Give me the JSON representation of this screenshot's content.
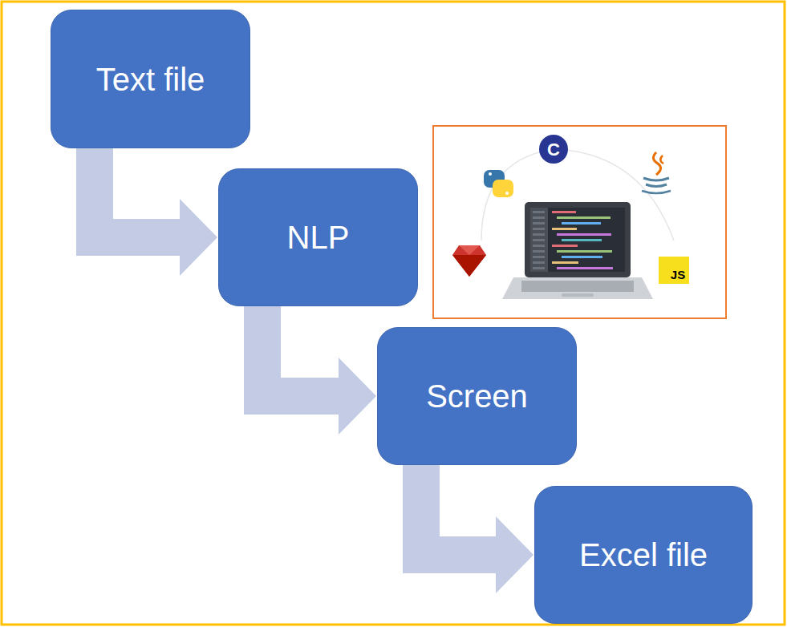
{
  "diagram": {
    "nodes": [
      {
        "text": [
          "Text file"
        ]
      },
      {
        "text": [
          "NLP"
        ]
      },
      {
        "text": [
          "Screen"
        ]
      },
      {
        "text": [
          "Excel file"
        ]
      }
    ],
    "edges": [
      {
        "from": 0,
        "to": 1,
        "arrow": "to"
      },
      {
        "from": 1,
        "to": 2,
        "arrow": "to"
      },
      {
        "from": 2,
        "to": 3,
        "arrow": "to"
      }
    ],
    "labels": [
      "C",
      "JS"
    ]
  }
}
